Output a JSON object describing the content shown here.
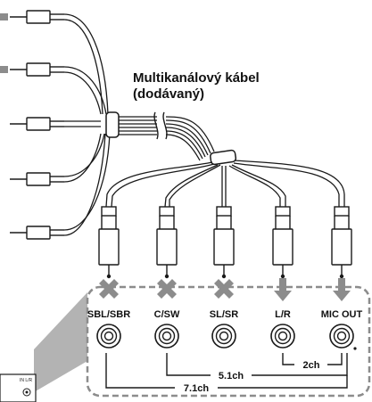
{
  "cable_label": {
    "line1": "Multikanálový kábel",
    "line2": "(dodávaný)"
  },
  "ports": [
    {
      "label": "SBL/SBR",
      "status": "excluded",
      "marker": "cross-icon"
    },
    {
      "label": "C/SW",
      "status": "excluded",
      "marker": "cross-icon"
    },
    {
      "label": "SL/SR",
      "status": "excluded",
      "marker": "cross-icon"
    },
    {
      "label": "L/R",
      "status": "connected",
      "marker": "down-arrow-icon"
    },
    {
      "label": "MIC OUT",
      "status": "connected",
      "marker": "down-arrow-icon"
    }
  ],
  "channel_brackets": {
    "ch2": "2ch",
    "ch51": "5.1ch",
    "ch71": "7.1ch"
  },
  "device_tiny_label": "IN L/R",
  "colors": {
    "line": "#1a1a1a",
    "marker_gray": "#8c8c8c",
    "panel_gray": "#b3b3b3"
  }
}
